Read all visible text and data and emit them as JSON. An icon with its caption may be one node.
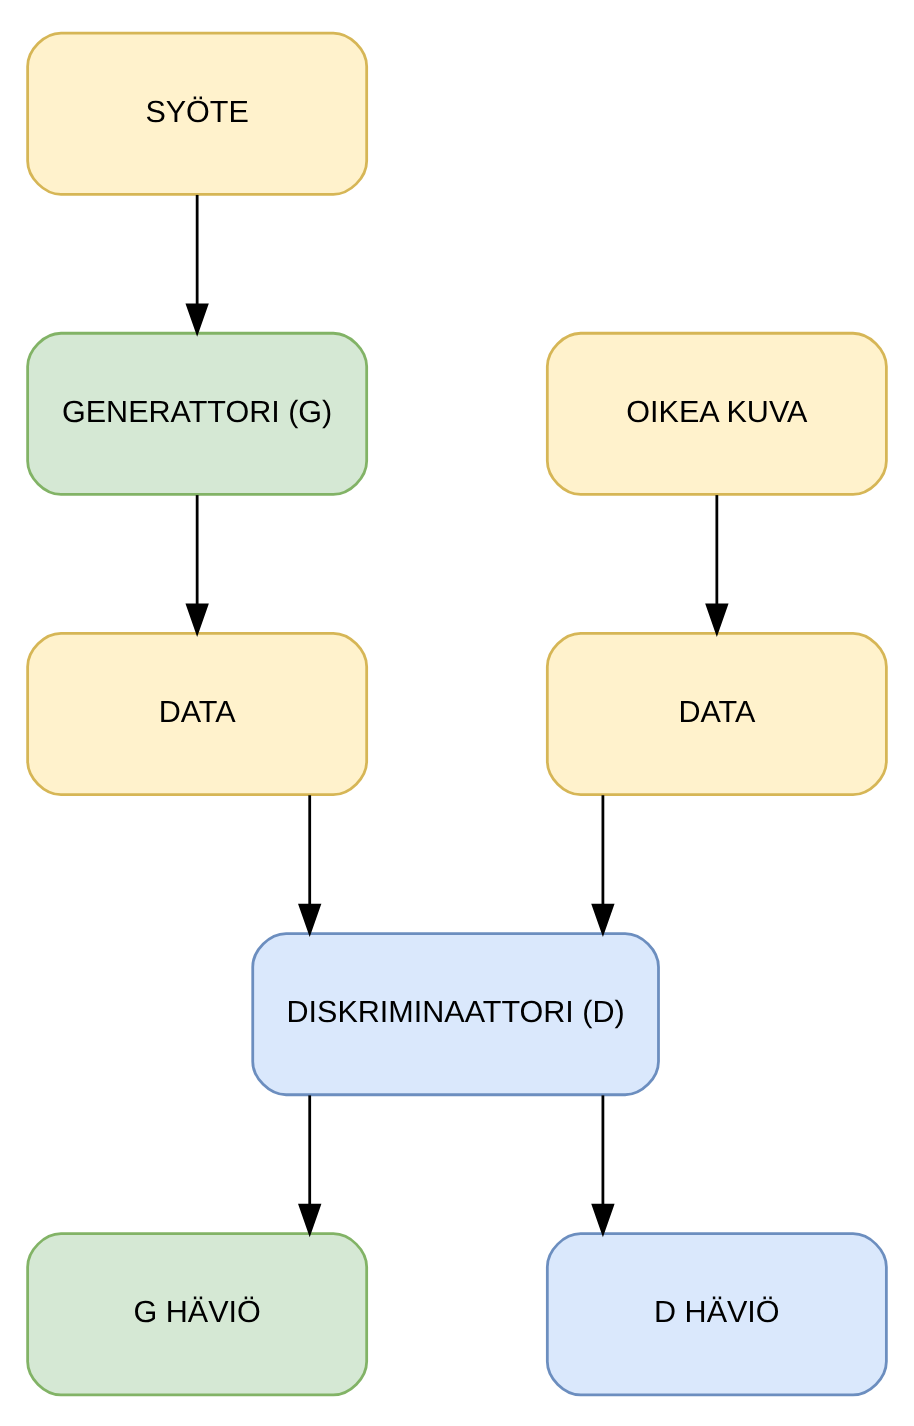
{
  "diagram": {
    "nodes": [
      {
        "text": [
          "SYÖTE"
        ]
      },
      {
        "text": [
          "GENERATTORI (G)"
        ]
      },
      {
        "text": [
          "OIKEA KUVA"
        ]
      },
      {
        "text": [
          "DATA"
        ]
      },
      {
        "text": [
          "DATA"
        ]
      },
      {
        "text": [
          "DISKRIMINAATTORI (D)"
        ]
      },
      {
        "text": [
          "G HÄVIÖ"
        ]
      },
      {
        "text": [
          "D HÄVIÖ"
        ]
      }
    ],
    "edges": [
      {
        "from": 0,
        "to": 1,
        "arrow": "to"
      },
      {
        "from": 1,
        "to": 3,
        "arrow": "to"
      },
      {
        "from": 2,
        "to": 4,
        "arrow": "to"
      },
      {
        "from": 3,
        "to": 5,
        "arrow": "to"
      },
      {
        "from": 4,
        "to": 5,
        "arrow": "to"
      },
      {
        "from": 5,
        "to": 6,
        "arrow": "to"
      },
      {
        "from": 5,
        "to": 7,
        "arrow": "to"
      }
    ]
  }
}
